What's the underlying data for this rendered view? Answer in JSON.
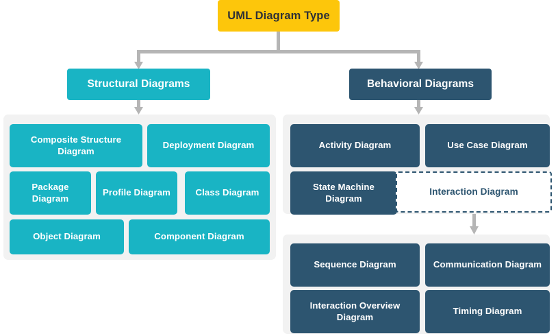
{
  "diagram": {
    "title": "UML Diagram Type",
    "type": "hierarchy-tree",
    "colors": {
      "root": "#fdc60b",
      "root_text": "#2f3136",
      "structural": "#19b4c4",
      "behavioral": "#2d5570",
      "panel_background": "#f2f2f2",
      "connector": "#b5b5b5",
      "page_background": "#ffffff",
      "dashed_node_background": "#ffffff"
    }
  },
  "root": {
    "label": "UML Diagram Type"
  },
  "branches": [
    {
      "label": "Structural Diagrams",
      "style": "teal"
    },
    {
      "label": "Behavioral Diagrams",
      "style": "slate"
    }
  ],
  "structural": {
    "label": "Structural Diagrams",
    "rows": [
      [
        {
          "label": "Composite Structure Diagram"
        },
        {
          "label": "Deployment Diagram"
        }
      ],
      [
        {
          "label": "Package Diagram"
        },
        {
          "label": "Profile Diagram"
        },
        {
          "label": "Class Diagram"
        }
      ],
      [
        {
          "label": "Object Diagram"
        },
        {
          "label": "Component Diagram"
        }
      ]
    ]
  },
  "behavioral": {
    "label": "Behavioral Diagrams",
    "rows": [
      [
        {
          "label": "Activity Diagram"
        },
        {
          "label": "Use Case Diagram"
        }
      ],
      [
        {
          "label": "State Machine Diagram"
        },
        {
          "label": "Interaction Diagram",
          "style": "dashed"
        }
      ]
    ]
  },
  "interaction": {
    "label": "Interaction Diagram",
    "rows": [
      [
        {
          "label": "Sequence Diagram"
        },
        {
          "label": "Communication Diagram"
        }
      ],
      [
        {
          "label": "Interaction Overview Diagram"
        },
        {
          "label": "Timing Diagram"
        }
      ]
    ]
  }
}
